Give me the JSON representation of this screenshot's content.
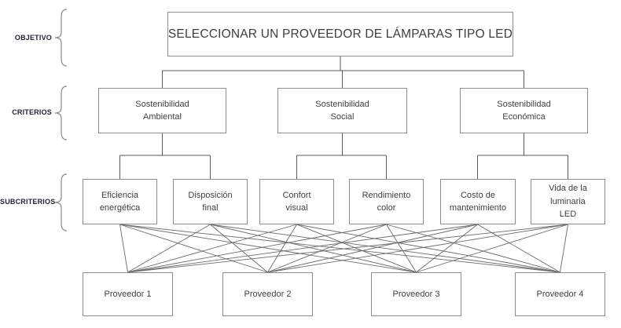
{
  "row_labels": [
    {
      "text": "OBJETIVO"
    },
    {
      "text": "CRITERIOS"
    },
    {
      "text": "SUBCRITERIOS"
    }
  ],
  "objective": {
    "label": "SELECCIONAR UN PROVEEDOR DE LÁMPARAS TIPO LED"
  },
  "criteria": [
    {
      "label": "Sostenibilidad\nAmbiental"
    },
    {
      "label": "Sostenibilidad\nSocial"
    },
    {
      "label": "Sostenibilidad\nEconómica"
    }
  ],
  "subcriteria": [
    {
      "label": "Eficiencia\nenergética"
    },
    {
      "label": "Disposición\nfinal"
    },
    {
      "label": "Confort\nvisual"
    },
    {
      "label": "Rendimiento\ncolor"
    },
    {
      "label": "Costo de\nmantenimiento"
    },
    {
      "label": "Vida de la luminaria\nLED"
    }
  ],
  "providers": [
    {
      "label": "Proveedor 1"
    },
    {
      "label": "Proveedor 2"
    },
    {
      "label": "Proveedor 3"
    },
    {
      "label": "Proveedor 4"
    }
  ],
  "colors": {
    "box_border": "#8d8d8d",
    "connector_line": "#5a5a5a",
    "mesh_line": "#6a6a6a",
    "brace": "#8a8a8a",
    "box_text": "#404040",
    "label_text": "#1e2330",
    "background": "#ffffff"
  }
}
